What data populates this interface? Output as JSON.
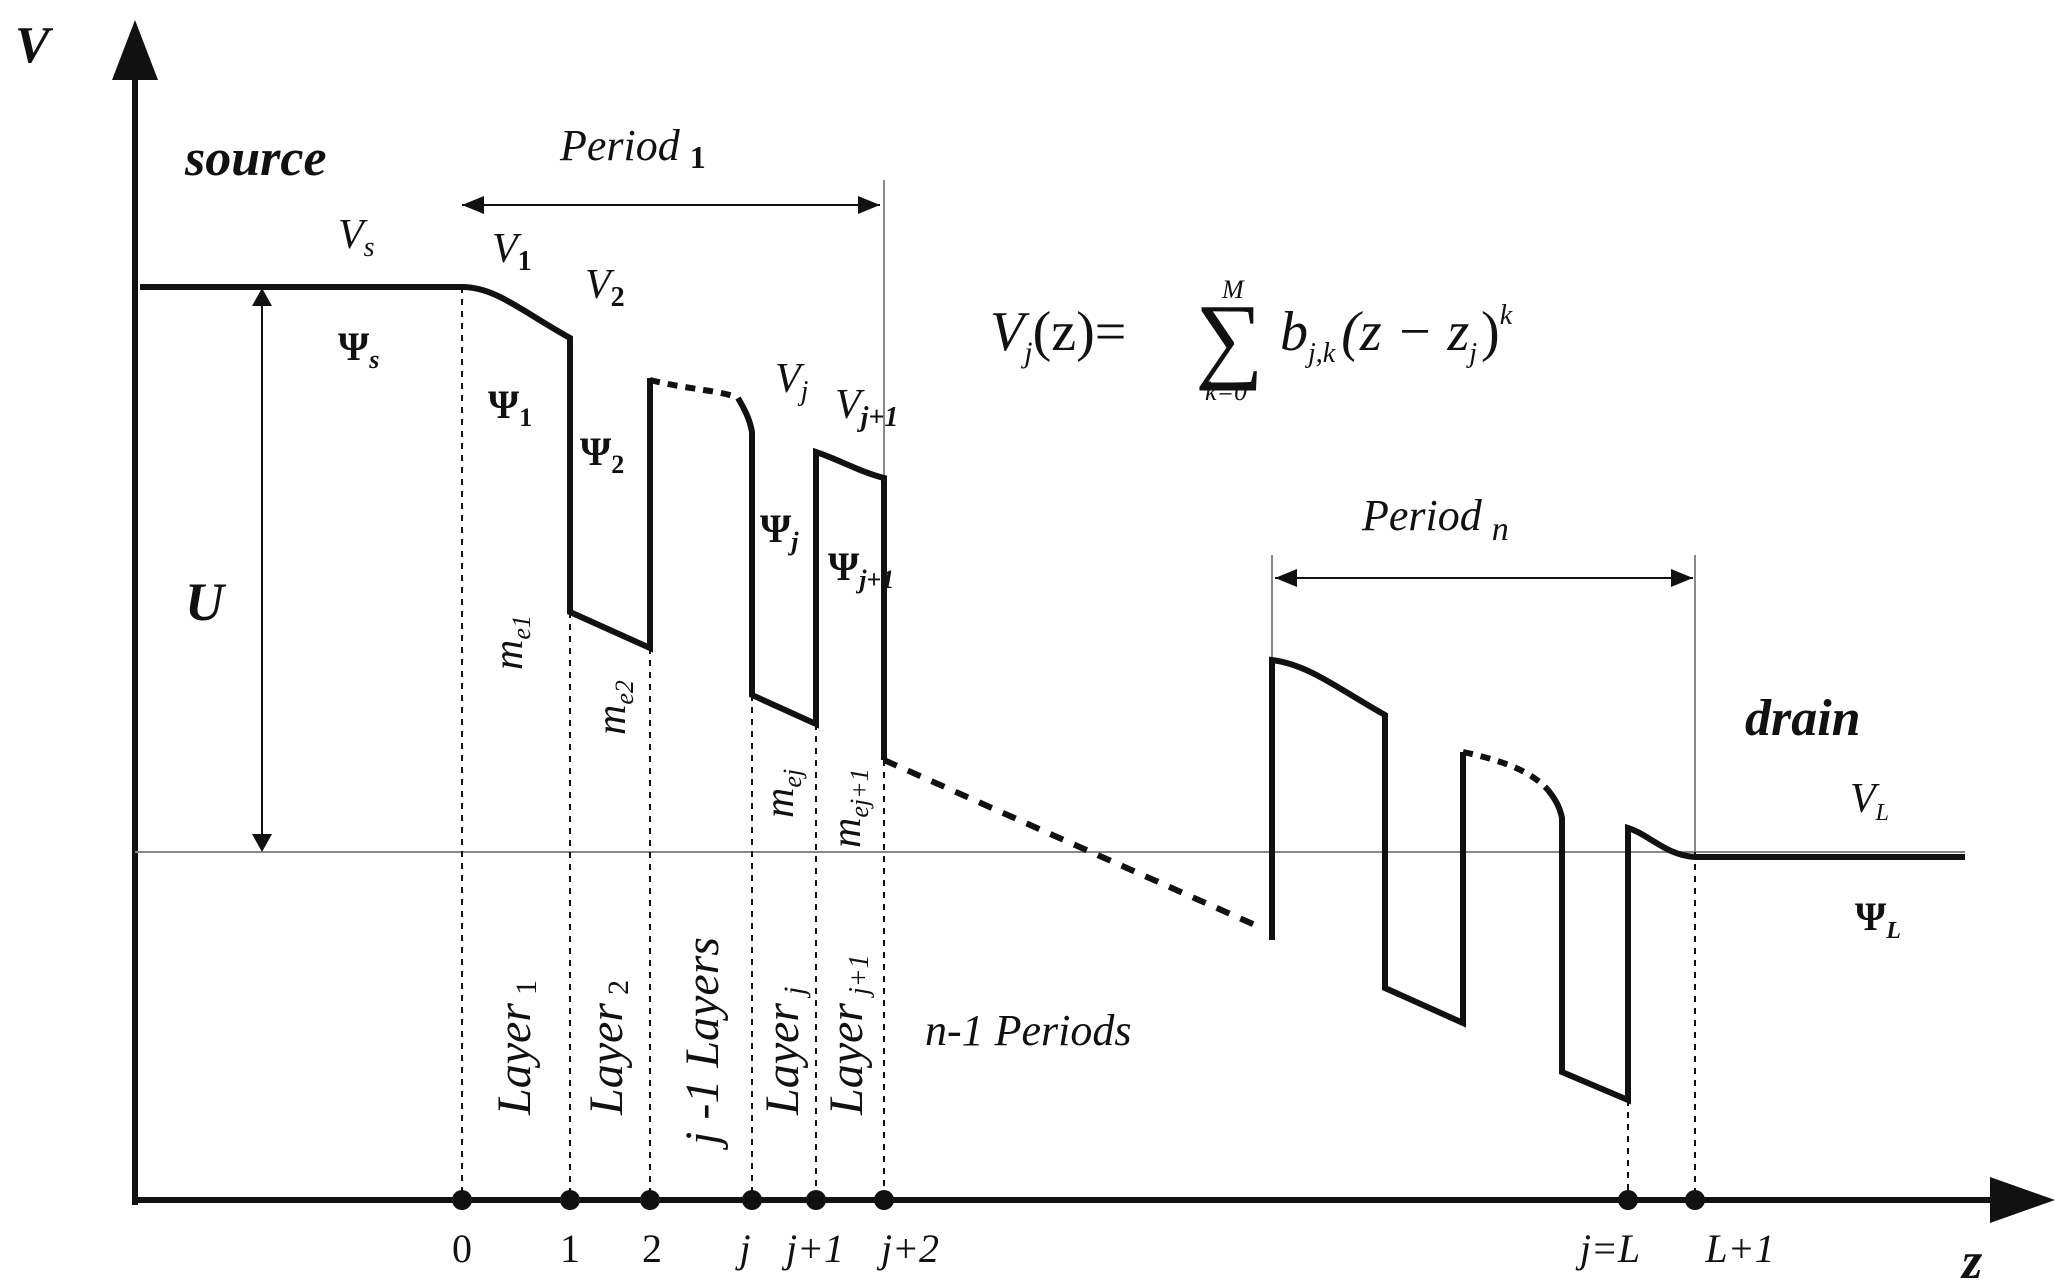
{
  "axes": {
    "y_label": "V",
    "x_label": "z"
  },
  "regions": {
    "source": "source",
    "drain": "drain"
  },
  "periods": {
    "first": "Period",
    "first_sub": "1",
    "last": "Period",
    "last_sub": "n",
    "middle": "n-1 Periods"
  },
  "bias": {
    "label": "U"
  },
  "potentials": {
    "vs": "V",
    "vs_sub": "s",
    "v1": "V",
    "v1_sub": "1",
    "v2": "V",
    "v2_sub": "2",
    "vj": "V",
    "vj_sub": "j",
    "vj1": "V",
    "vj1_sub": "j+1",
    "vl": "V",
    "vl_sub": "L"
  },
  "wavefunctions": {
    "psi_s": "Ψ",
    "psi_s_sub": "s",
    "psi_1": "Ψ",
    "psi_1_sub": "1",
    "psi_2": "Ψ",
    "psi_2_sub": "2",
    "psi_j": "Ψ",
    "psi_j_sub": "j",
    "psi_j1": "Ψ",
    "psi_j1_sub": "j+1",
    "psi_l": "Ψ",
    "psi_l_sub": "L"
  },
  "masses": {
    "me1": "m",
    "me1_sub": "e1",
    "me2": "m",
    "me2_sub": "e2",
    "mej": "m",
    "mej_sub": "ej",
    "mej1": "m",
    "mej1_sub": "ej+1"
  },
  "layers": {
    "layer1": "Layer",
    "layer1_sub": "1",
    "layer2": "Layer",
    "layer2_sub": "2",
    "layers_j1": "j -1 Layers",
    "layerj": "Layer",
    "layerj_sub": "j",
    "layerj1": "Layer",
    "layerj1_sub": "j+1"
  },
  "formula": {
    "lhs_v": "V",
    "lhs_sub": "j",
    "lhs_arg": "(z)=",
    "sum": "∑",
    "sum_top": "M",
    "sum_bottom": "k=0",
    "b": "b",
    "b_sub": "j,k",
    "paren": "(z − z",
    "z_sub": "j",
    "close": ")",
    "power": "k"
  },
  "nodes": [
    "0",
    "1",
    "2",
    "j",
    "j+1",
    "j+2",
    "j=L",
    "L+1"
  ]
}
